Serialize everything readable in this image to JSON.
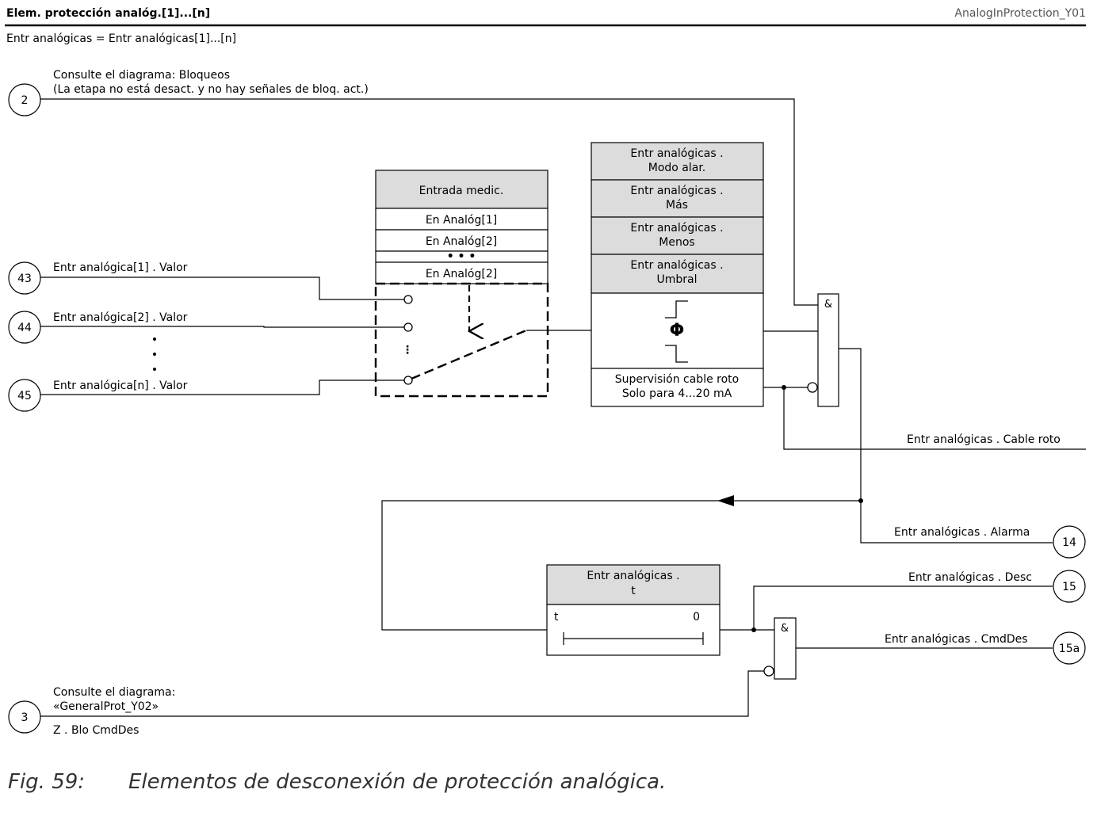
{
  "header": {
    "title": "Elem. protección analóg.[1]...[n]",
    "id": "AnalogInProtection_Y01",
    "subtitle": "Entr analógicas = Entr analógicas[1]...[n]"
  },
  "blocking": {
    "circle": "2",
    "note_line1": "Consulte el diagrama: Bloqueos",
    "note_line2": "(La etapa no está desact. y no hay señales de bloq. act.)"
  },
  "inputs": [
    {
      "circle": "43",
      "label": "Entr analógica[1] . Valor"
    },
    {
      "circle": "44",
      "label": "Entr analógica[2] . Valor"
    },
    {
      "circle": "45",
      "label": "Entr analógica[n] . Valor"
    }
  ],
  "selector": {
    "header": "Entrada medic.",
    "rows": [
      "En Analóg[1]",
      "En Analóg[2]",
      "• • •",
      "En Analóg[2]"
    ],
    "vdots": "⋮"
  },
  "settings": [
    {
      "line1": "Entr analógicas .",
      "line2": "Modo alar."
    },
    {
      "line1": "Entr analógicas .",
      "line2": "Más"
    },
    {
      "line1": "Entr analógicas .",
      "line2": "Menos"
    },
    {
      "line1": "Entr analógicas .",
      "line2": "Umbral"
    }
  ],
  "threshold_symbol": "Φ",
  "supervision": {
    "line1": "Supervisión cable roto",
    "line2": "Solo para 4...20 mA"
  },
  "gates": {
    "and1": "&",
    "and2": "&"
  },
  "outputs": {
    "cable_roto": "Entr analógicas . Cable roto",
    "alarma": "Entr analógicas . Alarma",
    "alarma_circle": "14",
    "desc": "Entr analógicas . Desc",
    "desc_circle": "15",
    "cmddes": "Entr analógicas . CmdDes",
    "cmddes_circle": "15a"
  },
  "timer": {
    "line1": "Entr analógicas .",
    "line2": "t",
    "t_label": "t",
    "zero_label": "0"
  },
  "general_prot": {
    "circle": "3",
    "note_line1": "Consulte el diagrama:",
    "note_line2": "«GeneralProt_Y02»",
    "signal": "Z . Blo CmdDes"
  },
  "caption": {
    "number": "Fig. 59:",
    "text": "Elementos de desconexión de protección analógica."
  }
}
